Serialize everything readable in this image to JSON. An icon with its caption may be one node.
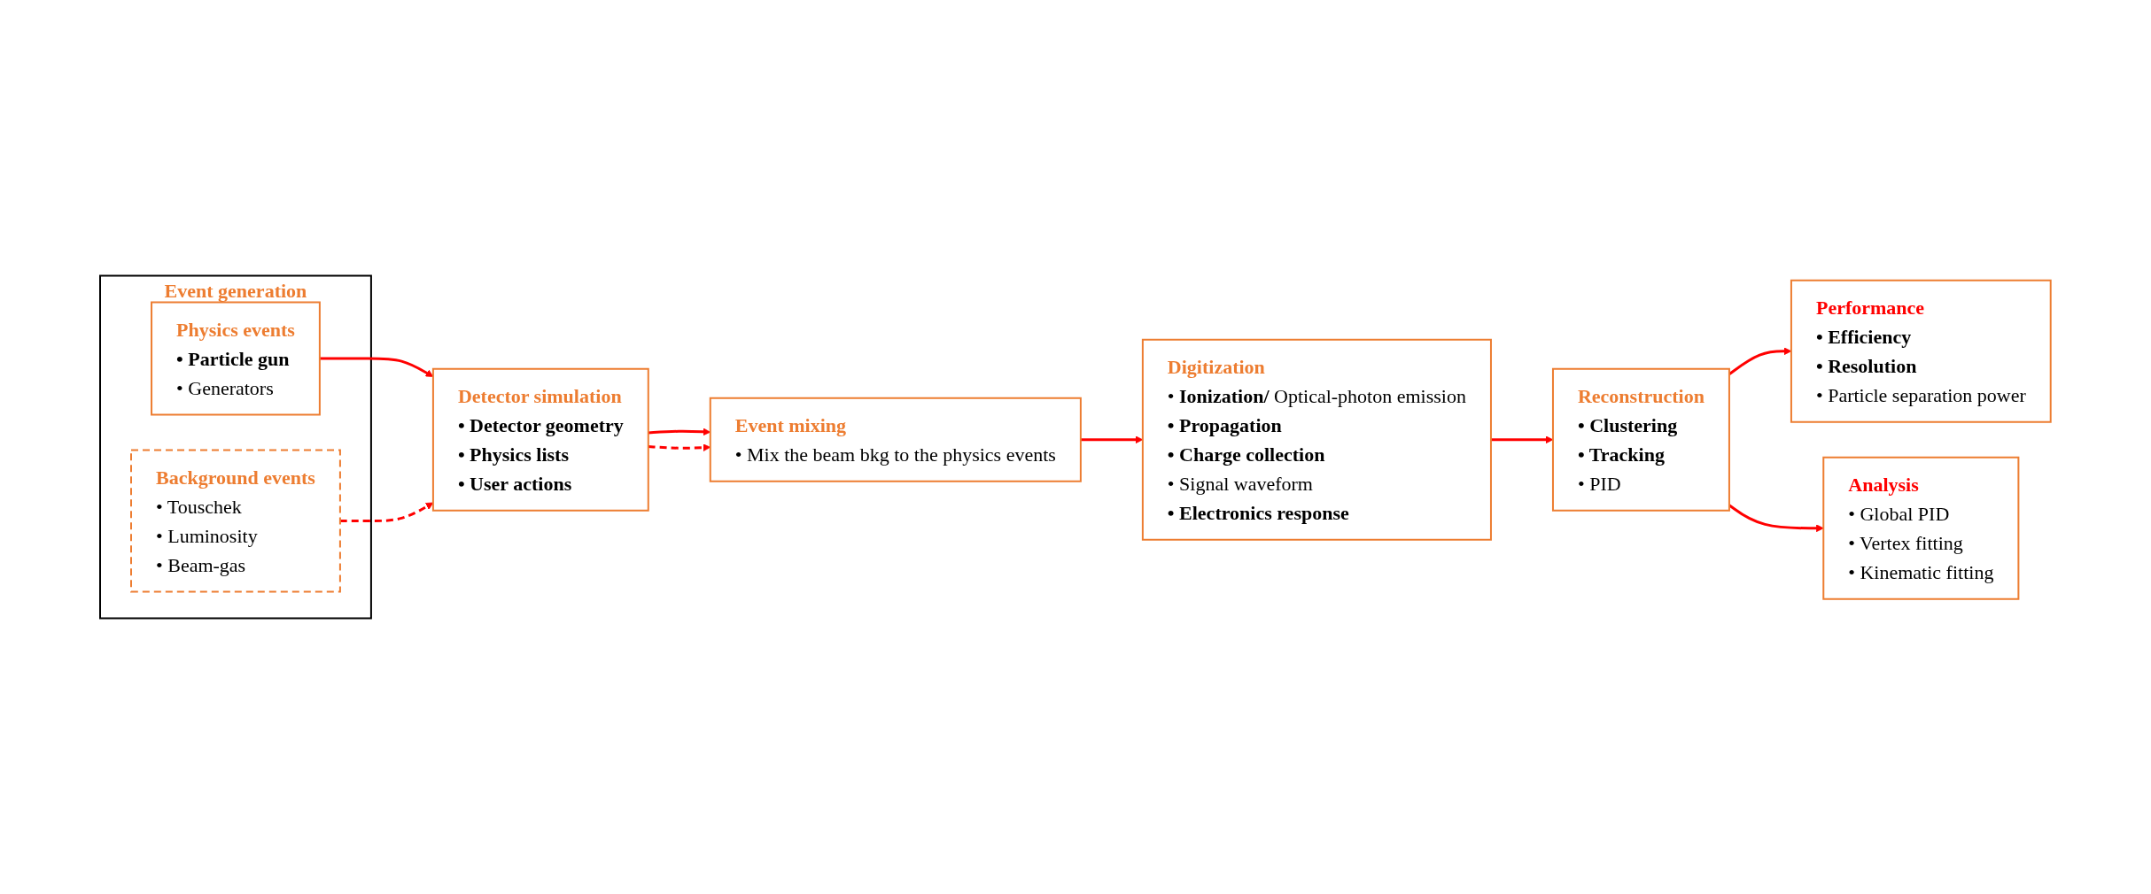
{
  "diagram": {
    "nodes": [
      {
        "text": [
          "Event generation"
        ]
      },
      {
        "text": [
          "Physics events",
          "• Particle gun",
          "• Generators"
        ],
        "in": 0
      },
      {
        "text": [
          "Background events",
          "• Touschek",
          "• Luminosity",
          "• Beam-gas"
        ],
        "in": 0
      },
      {
        "text": [
          "Detector simulation",
          "• Detector geometry",
          "• Physics lists",
          "• User actions"
        ]
      },
      {
        "text": [
          "Event mixing",
          "• Mix the beam bkg to the physics events"
        ]
      },
      {
        "text": [
          "Digitization",
          "• **Ionization/** Optical-photon emission",
          "• Propagation",
          "• Charge collection",
          "• Signal waveform",
          "• Electronics response"
        ]
      },
      {
        "text": [
          "Reconstruction",
          "• Clustering",
          "• Tracking",
          "• PID"
        ]
      },
      {
        "text": [
          "Performance",
          "• Efficiency",
          "• Resolution",
          "• Particle separation power"
        ]
      },
      {
        "text": [
          "Analysis",
          "• Global PID",
          "• Vertex fitting",
          "• Kinematic fitting"
        ]
      }
    ],
    "edges": [
      {
        "from": 1,
        "to": 3,
        "arrow": "to"
      },
      {
        "from": 2,
        "to": 3,
        "arrow": "to",
        "style": "dashed"
      },
      {
        "from": 3,
        "to": 4,
        "arrow": "to"
      },
      {
        "from": 3,
        "to": 4,
        "arrow": "to",
        "style": "dashed"
      },
      {
        "from": 4,
        "to": 5,
        "arrow": "to"
      },
      {
        "from": 5,
        "to": 6,
        "arrow": "to"
      },
      {
        "from": 6,
        "to": 7,
        "arrow": "to"
      },
      {
        "from": 6,
        "to": 8,
        "arrow": "to"
      }
    ]
  }
}
